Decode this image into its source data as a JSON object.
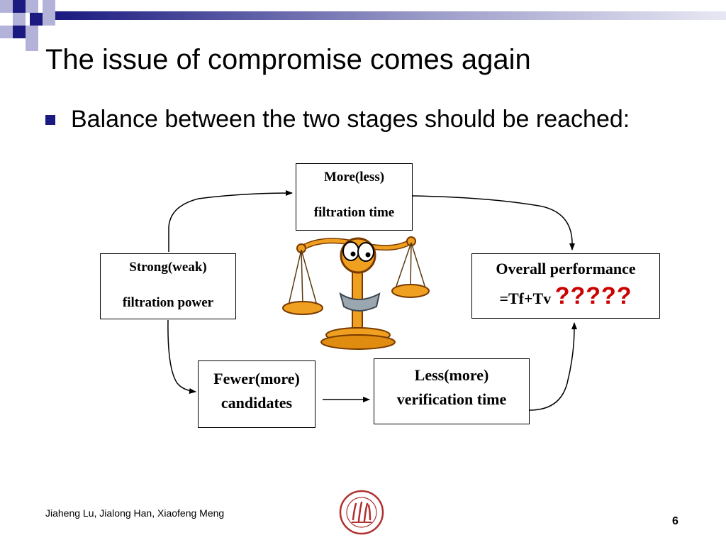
{
  "slide": {
    "title": "The issue of compromise comes again",
    "bullet": "Balance between the two stages should be reached:"
  },
  "diagram": {
    "top_box": {
      "line1": "More(less)",
      "line2": "filtration time"
    },
    "left_box": {
      "line1": "Strong(weak)",
      "line2": "filtration power"
    },
    "right_box": {
      "line1": "Overall performance",
      "line2": "=Tf+Tv",
      "marks": "?????"
    },
    "bottom_left_box": {
      "line1": "Fewer(more)",
      "line2": "candidates"
    },
    "bottom_right_box": {
      "line1": "Less(more)",
      "line2": "verification time"
    }
  },
  "footer": {
    "authors": "Jiaheng Lu, Jialong Han, Xiaofeng Meng",
    "page_number": "6"
  },
  "icons": {
    "balance_scale": "balance-scale-icon",
    "university_seal": "university-seal-icon"
  },
  "colors": {
    "decor_dark": "#1a1a80",
    "decor_light": "#b3b3d9",
    "accent_red": "#cc0000"
  }
}
